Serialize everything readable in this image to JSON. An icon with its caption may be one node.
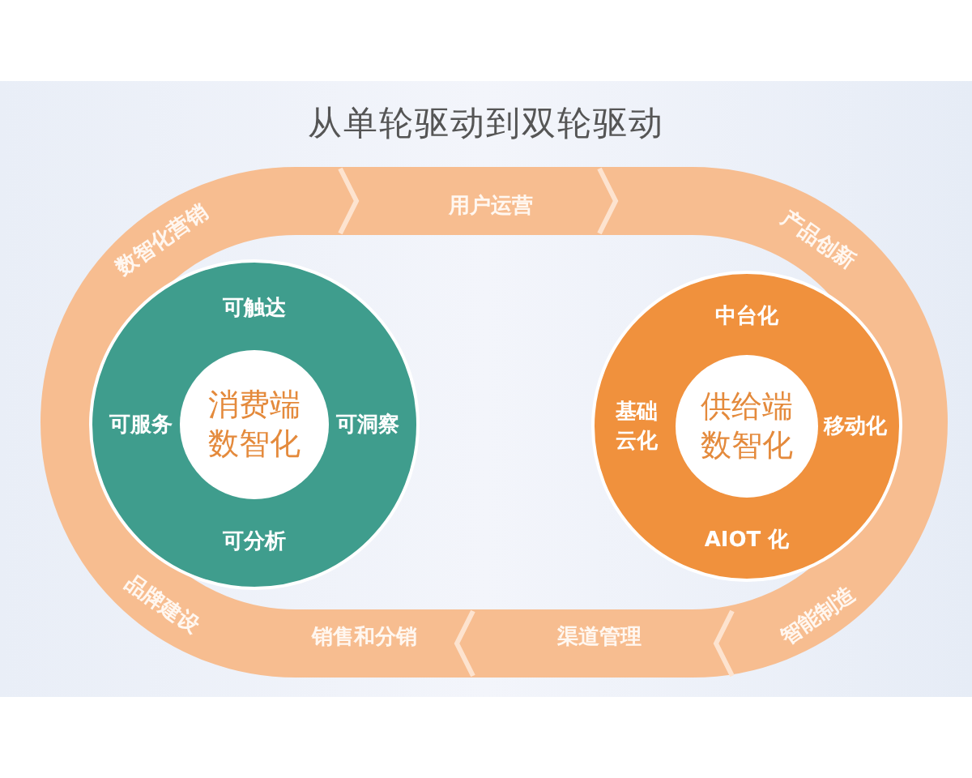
{
  "diagram": {
    "title": "从单轮驱动到双轮驱动",
    "nodes": [
      {
        "text": [
          "数智化营销",
          "用户运营",
          "产品创新",
          "智能制造",
          "渠道管理",
          "销售和分销",
          "品牌建设"
        ]
      },
      {
        "text": [
          "可触达",
          "可服务",
          "可洞察",
          "可分析"
        ],
        "in": 0
      },
      {
        "text": [
          "消费端数智化"
        ],
        "in": 1
      },
      {
        "text": [
          "中台化",
          "基础云化",
          "移动化",
          "AIOT 化"
        ],
        "in": 0
      },
      {
        "text": [
          "供给端数智化"
        ],
        "in": 3
      }
    ],
    "edges": []
  }
}
